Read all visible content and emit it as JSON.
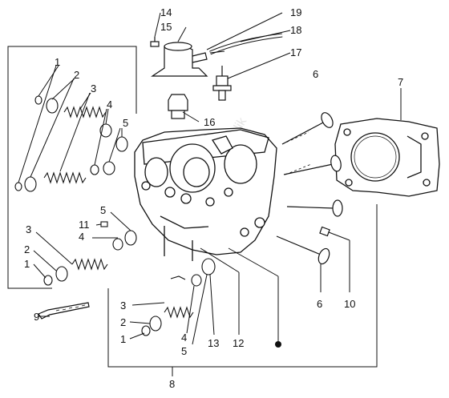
{
  "callouts": {
    "c1a": "1",
    "c2a": "2",
    "c3a": "3",
    "c4a": "4",
    "c5a": "5",
    "c5b": "5",
    "c11": "11",
    "c4b": "4",
    "c3b": "3",
    "c2b": "2",
    "c1b": "1",
    "c9": "9",
    "c3c": "3",
    "c2c": "2",
    "c1c": "1",
    "c4c": "4",
    "c5c": "5",
    "c13": "13",
    "c12": "12",
    "c8": "8",
    "c14": "14",
    "c15": "15",
    "c19": "19",
    "c18": "18",
    "c17": "17",
    "c6a": "6",
    "c16": "16",
    "c7": "7",
    "c6b": "6",
    "c10": "10"
  },
  "watermark": "partsrepublik",
  "colors": {
    "line": "#111111",
    "background": "#ffffff"
  }
}
